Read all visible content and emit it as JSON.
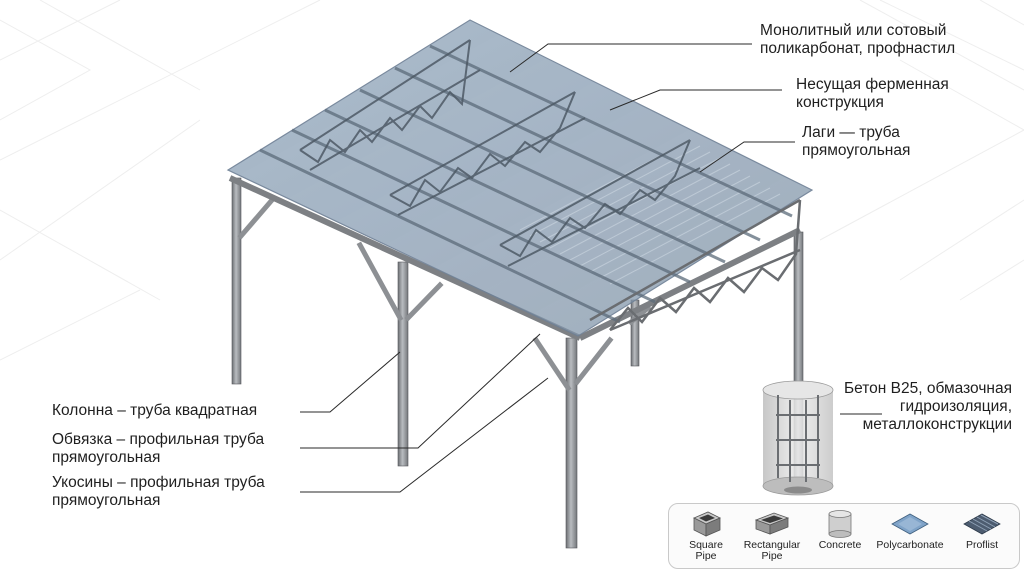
{
  "callouts": {
    "roof": "Монолитный или сотовый поликарбонат, профнастил",
    "truss": "Несущая ферменная конструкция",
    "joists": "Лаги — труба прямоугольная",
    "foundation": "Бетон B25, обмазочная гидроизоляция, металлоконструкции",
    "column": "Колонна – труба квадратная",
    "strapping": "Обвязка – профильная труба прямоугольная",
    "braces": "Укосины – профильная труба прямоугольная"
  },
  "legend": {
    "items": [
      {
        "label": "Square\nPipe",
        "icon": "square-pipe-icon"
      },
      {
        "label": "Rectangular\nPipe",
        "icon": "rectangular-pipe-icon"
      },
      {
        "label": "Concrete",
        "icon": "concrete-icon"
      },
      {
        "label": "Polycarbonate",
        "icon": "polycarbonate-icon"
      },
      {
        "label": "Proflist",
        "icon": "proflist-icon"
      }
    ]
  },
  "colors": {
    "steel": "#8f9296",
    "steel_dark": "#5f6266",
    "roof": "#8fa3b8",
    "leader": "#2a2a2a",
    "concrete": "#cfcfcf"
  }
}
